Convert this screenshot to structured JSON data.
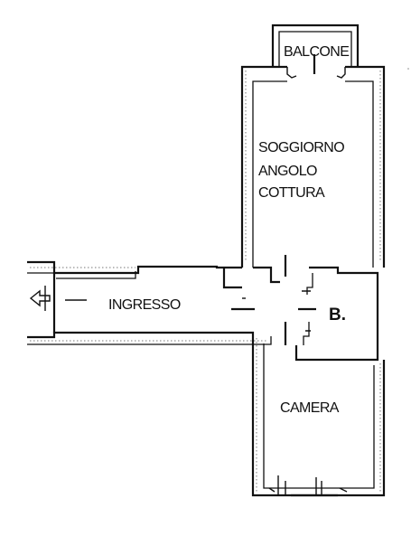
{
  "rooms": {
    "balcony": "BALCONE",
    "living_line1": "SOGGIORNO",
    "living_line2": "ANGOLO",
    "living_line3": "COTTURA",
    "entrance": "INGRESSO",
    "bathroom": "B.",
    "bedroom": "CAMERA"
  }
}
